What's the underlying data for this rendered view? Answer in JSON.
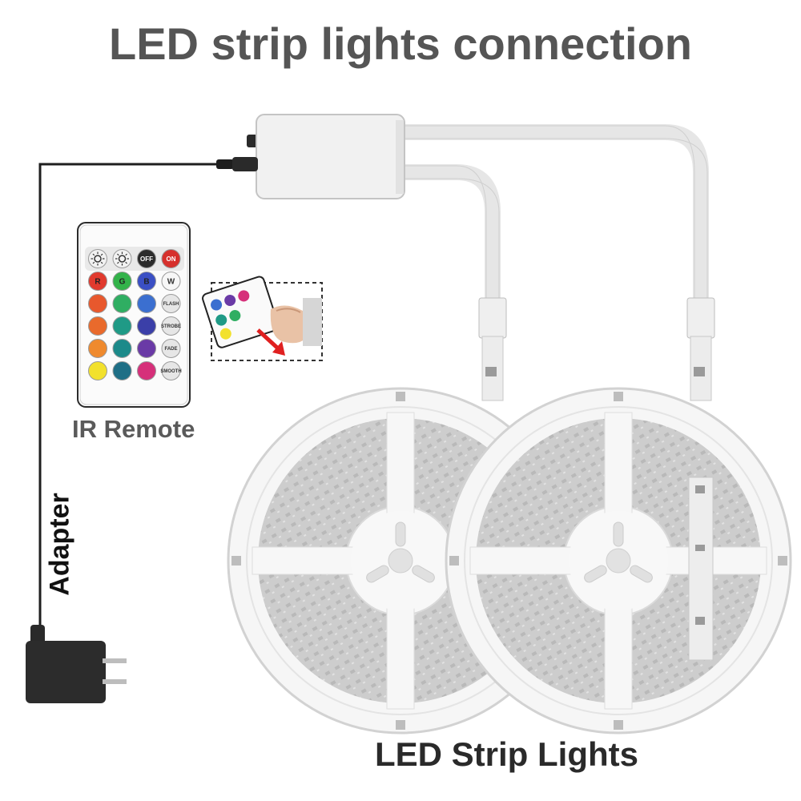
{
  "title": "LED strip lights connection",
  "remote": {
    "label": "IR Remote",
    "buttons": [
      {
        "name": "brightness-up",
        "text": "",
        "color": "#f2f2f2"
      },
      {
        "name": "brightness-down",
        "text": "",
        "color": "#f2f2f2"
      },
      {
        "name": "off",
        "text": "OFF",
        "color": "#2b2b2b"
      },
      {
        "name": "on",
        "text": "ON",
        "color": "#d6302c"
      },
      {
        "name": "red",
        "text": "R",
        "color": "#e13a2e"
      },
      {
        "name": "green",
        "text": "G",
        "color": "#33b34a"
      },
      {
        "name": "blue",
        "text": "B",
        "color": "#3a4fc4"
      },
      {
        "name": "white",
        "text": "W",
        "color": "#f7f7f7"
      },
      {
        "name": "color-1",
        "text": "",
        "color": "#e8582d"
      },
      {
        "name": "color-2",
        "text": "",
        "color": "#2fae62"
      },
      {
        "name": "color-3",
        "text": "",
        "color": "#3b6fd0"
      },
      {
        "name": "flash",
        "text": "FLASH",
        "color": "#e6e6e6"
      },
      {
        "name": "color-4",
        "text": "",
        "color": "#e96a2c"
      },
      {
        "name": "color-5",
        "text": "",
        "color": "#1f9a86"
      },
      {
        "name": "color-6",
        "text": "",
        "color": "#3b3fa8"
      },
      {
        "name": "strobe",
        "text": "STROBE",
        "color": "#e6e6e6"
      },
      {
        "name": "color-7",
        "text": "",
        "color": "#ef8a2e"
      },
      {
        "name": "color-8",
        "text": "",
        "color": "#1c8a8a"
      },
      {
        "name": "color-9",
        "text": "",
        "color": "#6a3aa6"
      },
      {
        "name": "fade",
        "text": "FADE",
        "color": "#e6e6e6"
      },
      {
        "name": "color-10",
        "text": "",
        "color": "#f2e12c"
      },
      {
        "name": "color-11",
        "text": "",
        "color": "#1f6f86"
      },
      {
        "name": "color-12",
        "text": "",
        "color": "#d6307a"
      },
      {
        "name": "smooth",
        "text": "SMOOTH",
        "color": "#e6e6e6"
      }
    ]
  },
  "adapter": {
    "label": "Adapter"
  },
  "strips": {
    "label": "LED Strip Lights"
  },
  "colors": {
    "title": "#555555",
    "cable": "#1e1e1e",
    "controller": "#f1f1f1",
    "reel": "#f6f6f6",
    "strip": "#cfcfcf"
  }
}
